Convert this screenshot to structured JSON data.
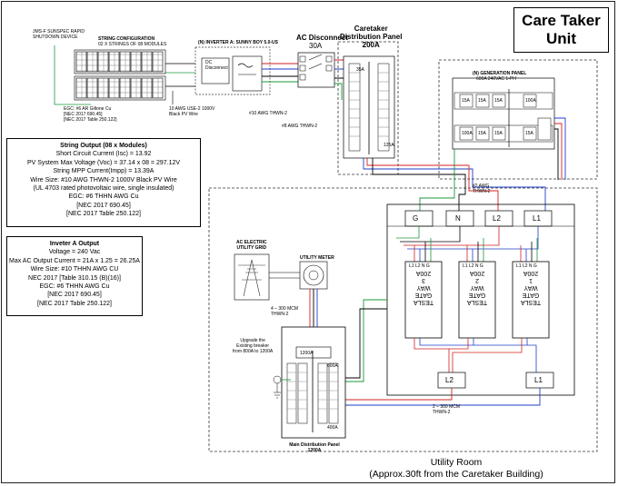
{
  "title": {
    "line1": "Care Taker",
    "line2": "Unit"
  },
  "labels": {
    "rsd": "JMS-F SUNSPEC RAPID\nSHUTDOWN DEVICE",
    "string_config_title": "STRING CONFIGURATION",
    "string_config_sub": "02 X STRINGS OF 08 MODULES",
    "inverter_title": "(N) INVERTER A: SUNNY BOY 5.0-US",
    "dc_disconnect": "DC\nDisconnect",
    "ac_disconnect_title": "AC Disconnect",
    "ac_disconnect_amps": "30A",
    "caretaker_panel": "Caretaker\nDistribution Panel\n200A",
    "egc_ground": "EGC: #6 AR Giltone Cu\n[NEC 2017 690.45]\n[NEC 2017 Table 250.122]",
    "pv_wire": "10 AWG USE-2 1000V\nBlack PV Wire",
    "thwn_10": "#10 AWG THWN-2",
    "thwn_8": "#8 AWG THWN-2",
    "gen_panel_title": "(N) GENERATION PANEL",
    "gen_panel_sub": "600A 240VAC 1-PH",
    "awg_82": "#2 AWG\nTHWN-2",
    "ac_grid": "AC ELECTRIC\nUTILITY GRID",
    "utility_meter": "UTILITY METER",
    "mcm_4": "4 – 300 MCM\nTHWN-2",
    "mcm_2": "2 – 300 MCM\nTHWN-2",
    "upgrade_note": "Upgrade the\nExisting breaker\nfrom 800A to 1200A",
    "main_panel": "Main Distribution Panel\n1200A",
    "utility_room_1": "Utility Room",
    "utility_room_2": "(Approx.30ft from the Caretaker Building)",
    "breaker_35a": "35A",
    "breaker_125a": "125A",
    "breaker_600a": "600A",
    "breaker_1200a": "1200A",
    "breaker_400a": "400A",
    "gen_breakers": [
      "15A",
      "15A",
      "15A",
      "100A"
    ],
    "gen_breakers_low": [
      "100A",
      "15A",
      "15A",
      "15A"
    ]
  },
  "bus_terminals": [
    "G",
    "N",
    "L2",
    "L1"
  ],
  "low_terminals": [
    "L2",
    "L1"
  ],
  "gateways": [
    {
      "name": "TESLA\nGATE\nWAY\n3\n200A",
      "terms": "L1 L2 N G"
    },
    {
      "name": "TESLA\nGATE\nWAY\n2\n200A",
      "terms": "L1 L2 N G"
    },
    {
      "name": "TESLA\nGATE\nWAY\n1\n200A",
      "terms": "L1 L2 N G"
    }
  ],
  "string_output": {
    "heading": "String Output (08 x Modules)",
    "lines": [
      "Short Circuit Current (Isc) = 13.92",
      "PV System Max Voltage (Voc) = 37.14 x 08 = 297.12V",
      "String MPP Current(Impp) = 13.39A",
      "Wire Size: #10 AWG THWN-2 1000V Black PV Wire",
      "(UL 4703 rated photovoltaic wire, single insulated)",
      "EGC: #6 THHN AWG Cu",
      "[NEC 2017 690.45]",
      "[NEC 2017 Table 250.122]"
    ]
  },
  "inverter_output": {
    "heading": "Inveter A Output",
    "lines": [
      "Voltage = 240 Vac",
      "Max AC Output Current = 21A x 1.25 = 26.25A",
      "Wire Size: #10 THHN AWG CU",
      "NEC 2017 [Table 310.15 (B)(16)]",
      "EGC: #6 THHN AWG Cu",
      "[NEC 2017 690.45]",
      "[NEC 2017 Table 250.122]"
    ]
  },
  "colors": {
    "ground": "#1a9a3a",
    "l1": "#1e3ec8",
    "l2": "#d42020",
    "neutral": "#222222"
  }
}
